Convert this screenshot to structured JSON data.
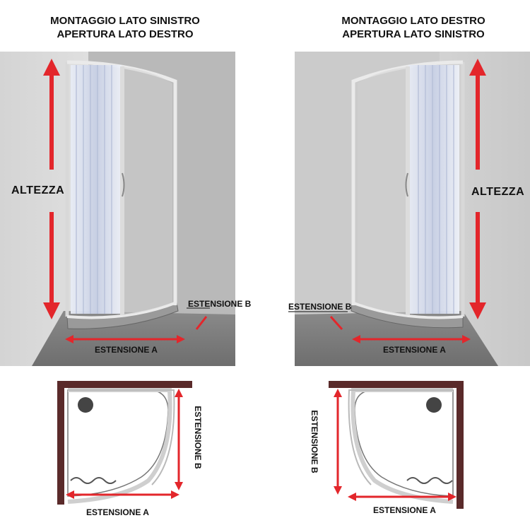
{
  "left": {
    "title_line1": "MONTAGGIO LATO SINISTRO",
    "title_line2": "APERTURA LATO DESTRO",
    "height_label": "ALTEZZA",
    "ext_a_label": "ESTENSIONE A",
    "ext_b_label": "ESTENSIONE B",
    "plan_ext_a_label": "ESTENSIONE A",
    "plan_ext_b_label": "ESTENSIONE B"
  },
  "right": {
    "title_line1": "MONTAGGIO LATO DESTRO",
    "title_line2": "APERTURA LATO SINISTRO",
    "height_label": "ALTEZZA",
    "ext_a_label": "ESTENSIONE A",
    "ext_b_label": "ESTENSIONE B",
    "plan_ext_a_label": "ESTENSIONE A",
    "plan_ext_b_label": "ESTENSIONE B"
  },
  "colors": {
    "arrow": "#e3262b",
    "wall": "#5a2a2a",
    "background_wall": "#cfcfcf",
    "floor": "#7a7a7a"
  }
}
